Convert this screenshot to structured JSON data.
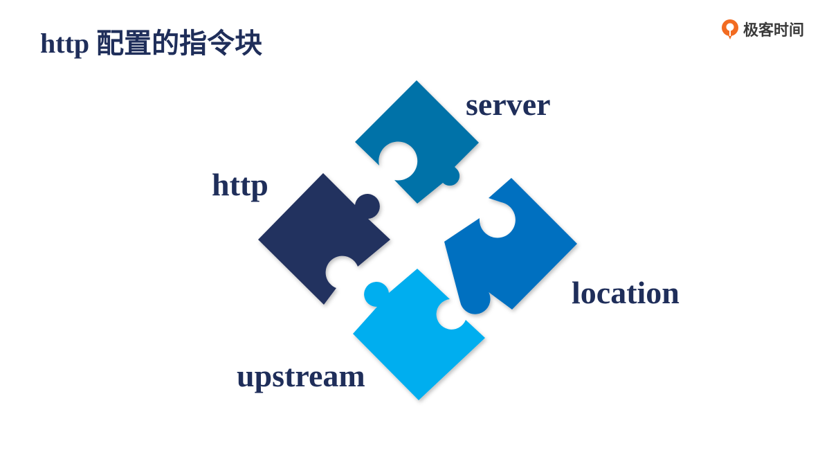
{
  "slide": {
    "title": "http 配置的指令块"
  },
  "logo": {
    "text": "极客时间",
    "icon": "geektime-logo-icon",
    "color": "#f26b21"
  },
  "diagram": {
    "pieces": [
      {
        "id": "server",
        "label": "server",
        "color": "#0172a8"
      },
      {
        "id": "http",
        "label": "http",
        "color": "#23305e"
      },
      {
        "id": "location",
        "label": "location",
        "color": "#0070c0"
      },
      {
        "id": "upstream",
        "label": "upstream",
        "color": "#00aeef"
      }
    ]
  }
}
